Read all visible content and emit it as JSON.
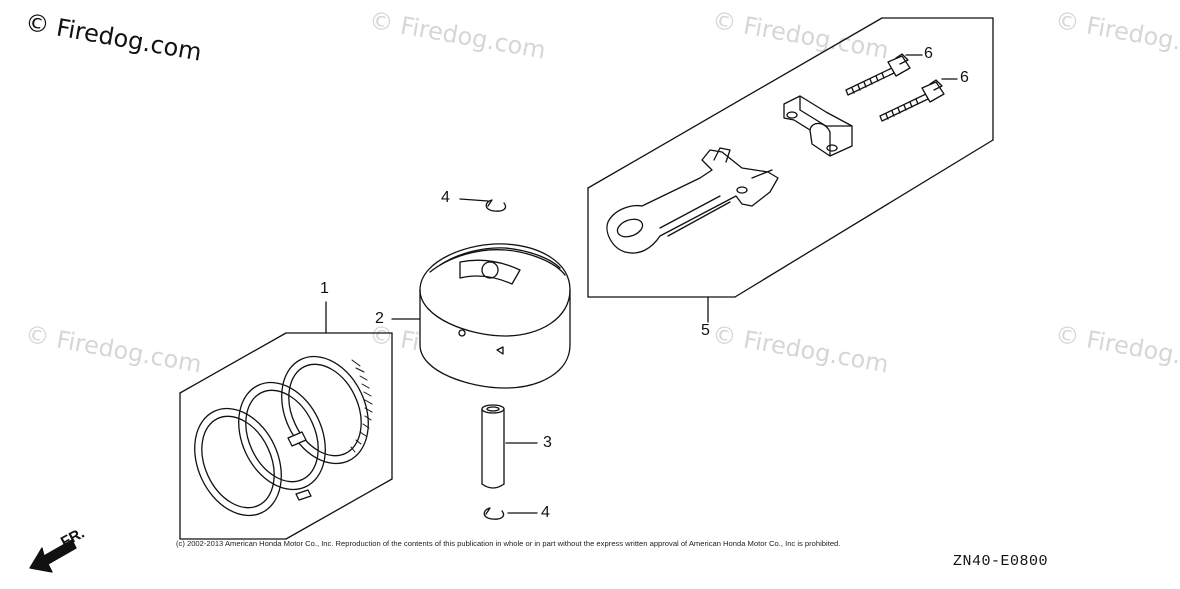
{
  "watermarks": {
    "main": "© Firedog.com",
    "repeat": "© Firedog.com"
  },
  "callouts": {
    "c1": "1",
    "c2": "2",
    "c3": "3",
    "c4a": "4",
    "c4b": "4",
    "c5": "5",
    "c6a": "6",
    "c6b": "6"
  },
  "copyright": "(c) 2002-2013 American Honda Motor Co., Inc. Reproduction of the contents of this publication in whole or in part without the express written approval of American Honda Motor Co., Inc is prohibited.",
  "diagram_code": "ZN40-E0800",
  "direction": "FR."
}
